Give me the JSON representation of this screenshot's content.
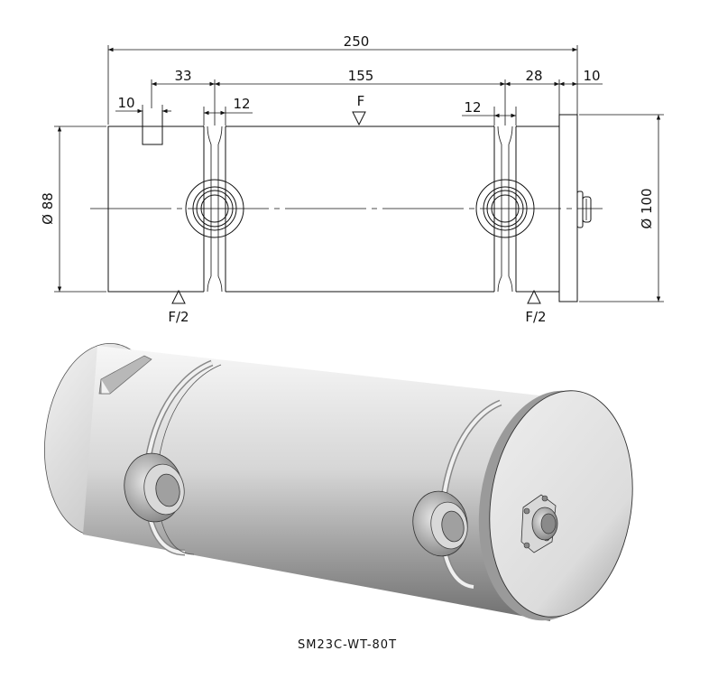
{
  "drawing": {
    "dimensions": {
      "overall_length": "250",
      "to_first_groove": "33",
      "groove_spacing": "155",
      "groove_to_flange": "28",
      "flange_thickness": "10",
      "slot_width": "10",
      "groove_width_left": "12",
      "groove_width_right": "12",
      "body_diameter": "Ø 88",
      "flange_diameter": "Ø 100"
    },
    "loads": {
      "center_load": "F",
      "left_support": "F/2",
      "right_support": "F/2"
    },
    "model_caption": "SM23C-WT-80T"
  }
}
